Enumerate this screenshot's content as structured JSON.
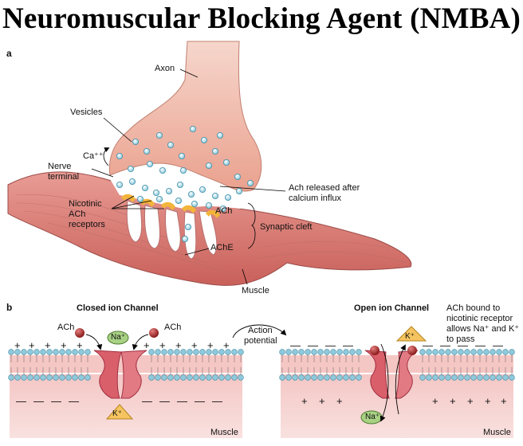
{
  "title": "Neuromuscular Blocking Agent (NMBA)",
  "panel_a": {
    "letter": "a",
    "axon": "Axon",
    "vesicles": "Vesicles",
    "calcium": "Ca⁺⁺",
    "nerve_terminal_1": "Nerve",
    "nerve_terminal_2": "terminal",
    "ach_released_1": "Ach released after",
    "ach_released_2": "calcium influx",
    "nicotinic_1": "Nicotinic",
    "nicotinic_2": "ACh",
    "nicotinic_3": "receptors",
    "ach": "ACh",
    "synaptic_cleft": "Synaptic cleft",
    "ache": "AChE",
    "muscle": "Muscle"
  },
  "panel_b": {
    "letter": "b",
    "closed_title": "Closed ion Channel",
    "open_title": "Open ion Channel",
    "ach_left": "ACh",
    "ach_right": "ACh",
    "na_closed": "Na⁺",
    "k_closed": "K⁺",
    "action_1": "Action",
    "action_2": "potential",
    "ach_bound_1": "ACh bound to",
    "ach_bound_2": "nicotinic receptor",
    "ach_bound_3": "allows Na⁺ and K⁺",
    "ach_bound_4": "to pass",
    "k_open": "K⁺",
    "na_open": "Na⁺",
    "muscle_left": "Muscle",
    "muscle_right": "Muscle"
  }
}
